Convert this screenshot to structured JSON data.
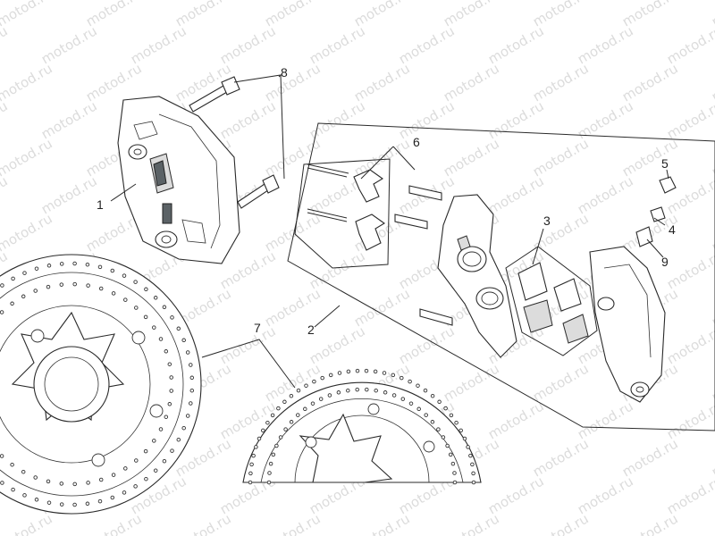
{
  "watermark": "motod.ru",
  "callouts": {
    "c1": "1",
    "c2": "2",
    "c3": "3",
    "c4": "4",
    "c5": "5",
    "c6": "6",
    "c7": "7",
    "c8": "8",
    "c9": "9"
  }
}
